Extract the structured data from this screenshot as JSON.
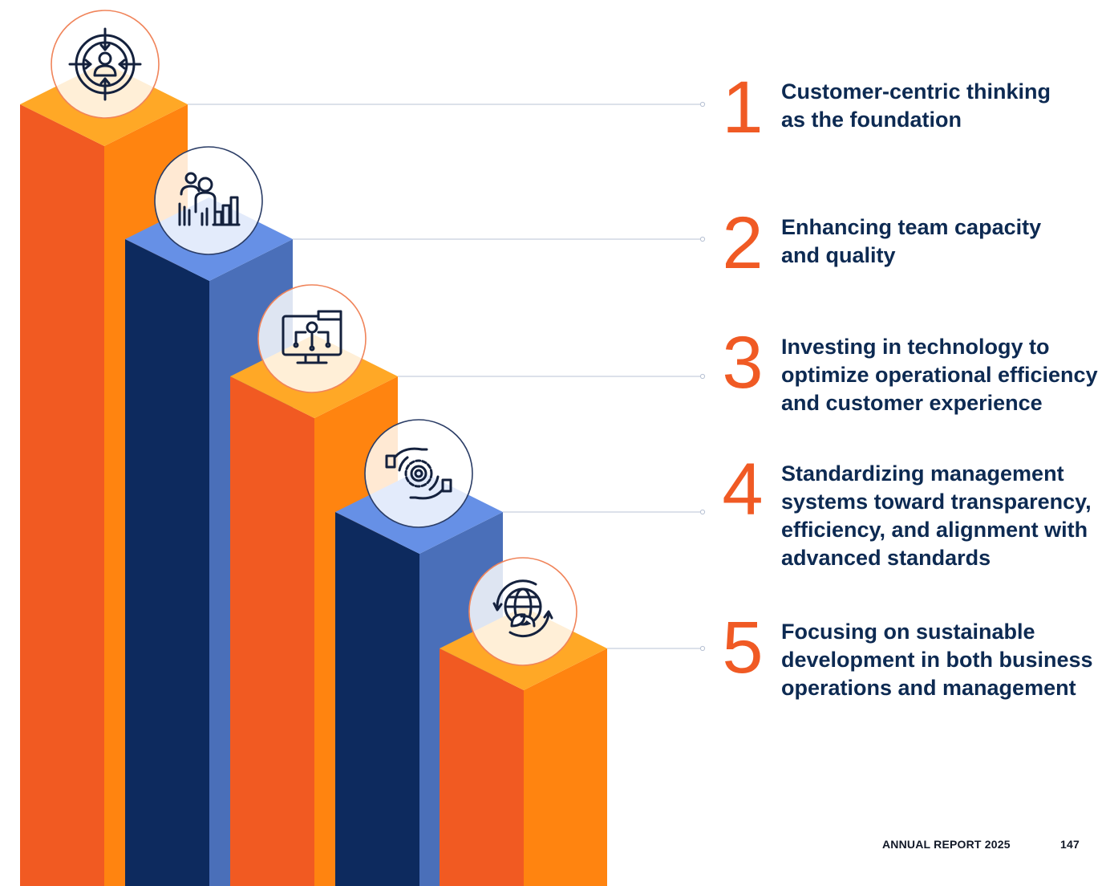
{
  "colors": {
    "orange_front": "#f15a22",
    "orange_side": "#ff8410",
    "orange_top": "#ffa826",
    "navy_front": "#0d2a5e",
    "blue_side": "#4a6fb9",
    "blue_top": "#6690e6",
    "number": "#f05a24",
    "text": "#0d2a52"
  },
  "steps": [
    {
      "number": "1",
      "lines": [
        "Customer-centric thinking",
        "as the foundation"
      ],
      "icon": "customer-target-icon",
      "color": "orange"
    },
    {
      "number": "2",
      "lines": [
        "Enhancing team capacity",
        "and quality"
      ],
      "icon": "team-growth-icon",
      "color": "blue"
    },
    {
      "number": "3",
      "lines": [
        "Investing in technology to",
        "optimize operational efficiency",
        "and customer experience"
      ],
      "icon": "tech-monitor-icon",
      "color": "orange"
    },
    {
      "number": "4",
      "lines": [
        "Standardizing management",
        "systems toward transparency,",
        "efficiency, and alignment with",
        "advanced standards"
      ],
      "icon": "gear-hands-icon",
      "color": "blue"
    },
    {
      "number": "5",
      "lines": [
        "Focusing on sustainable",
        "development in both business",
        "operations and management"
      ],
      "icon": "globe-leaf-icon",
      "color": "orange"
    }
  ],
  "footer": {
    "label": "ANNUAL REPORT 2025",
    "page": "147"
  }
}
